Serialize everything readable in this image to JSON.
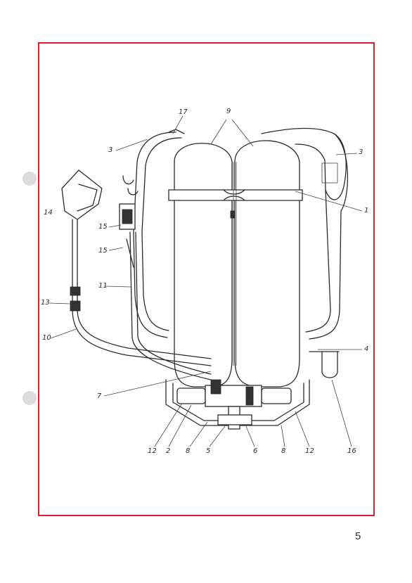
{
  "labels": {
    "l17": "17",
    "l9": "9",
    "l3a": "3",
    "l3b": "3",
    "l14": "14",
    "l1": "1",
    "l15a": "15",
    "l15b": "15",
    "l11": "11",
    "l13": "13",
    "l10": "10",
    "l4": "4",
    "l7": "7",
    "l12a": "12",
    "l2": "2",
    "l8a": "8",
    "l5": "5",
    "l6": "6",
    "l8b": "8",
    "l12b": "12",
    "l16": "16"
  },
  "page_number": "5",
  "colors": {
    "frame": "#d8222a",
    "ink": "#2b2b2b"
  }
}
